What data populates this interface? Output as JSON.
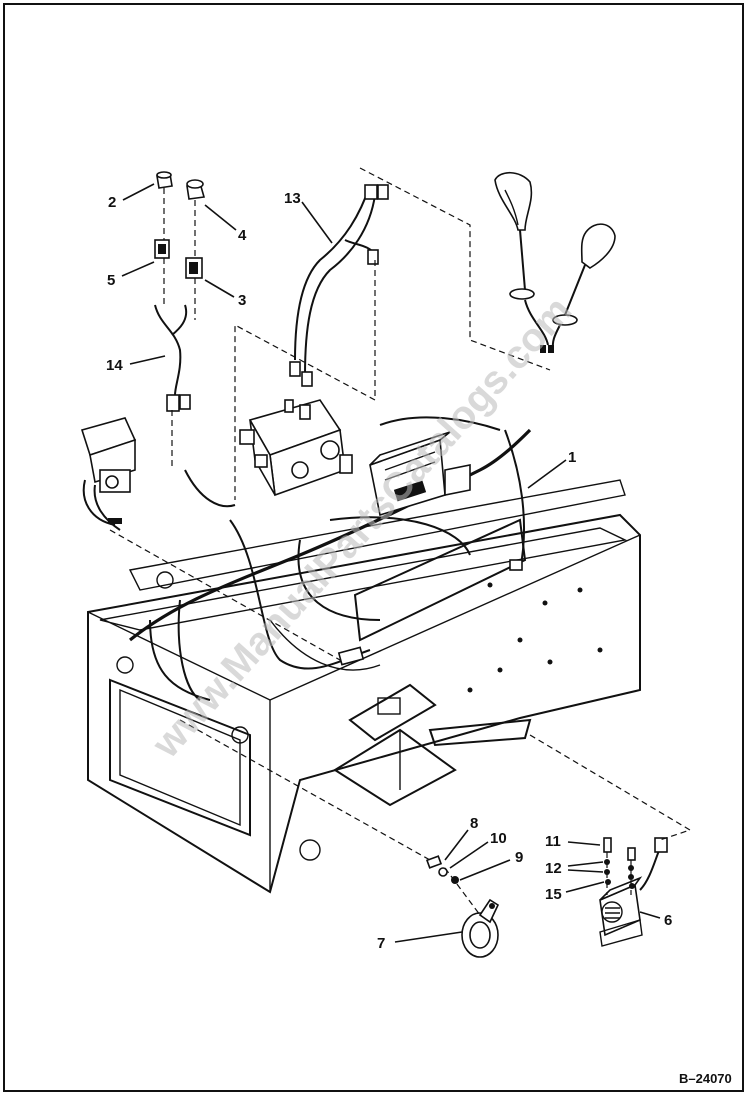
{
  "callouts": {
    "c1": "1",
    "c2": "2",
    "c3": "3",
    "c4": "4",
    "c5": "5",
    "c6": "6",
    "c7": "7",
    "c8": "8",
    "c9": "9",
    "c10": "10",
    "c11": "11",
    "c12": "12",
    "c13": "13",
    "c14": "14",
    "c15": "15"
  },
  "reference": "B–24070",
  "watermark": "www.ManualPartsCatalogs.com"
}
